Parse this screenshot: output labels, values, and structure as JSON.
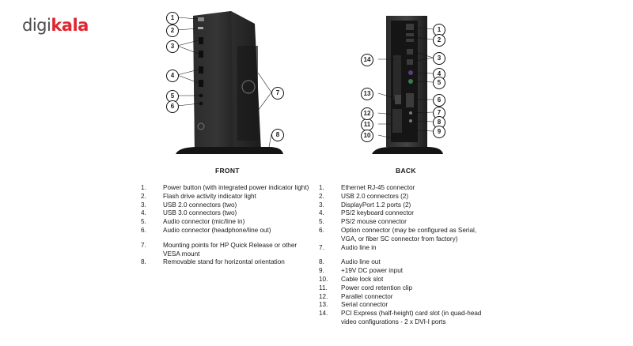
{
  "brand": {
    "part1": "digi",
    "part2": "kala"
  },
  "front": {
    "title": "FRONT",
    "callouts": [
      "1",
      "2",
      "3",
      "4",
      "5",
      "6",
      "7",
      "8"
    ],
    "items": [
      {
        "n": "1.",
        "t": "Power button (with integrated power indicator light)"
      },
      {
        "n": "2.",
        "t": "Flash drive activity indicator light"
      },
      {
        "n": "3.",
        "t": "USB 2.0 connectors (two)"
      },
      {
        "n": "4.",
        "t": "USB 3.0 connectors (two)"
      },
      {
        "n": "5.",
        "t": "Audio connector (mic/line in)"
      },
      {
        "n": "6.",
        "t": "Audio connector (headphone/line out)"
      },
      {
        "n": "7.",
        "t": "Mounting points for HP Quick Release or other VESA mount"
      },
      {
        "n": "8.",
        "t": "Removable stand for horizontal orientation"
      }
    ]
  },
  "back": {
    "title": "BACK",
    "callouts": [
      "1",
      "2",
      "3",
      "4",
      "5",
      "6",
      "7",
      "8",
      "9",
      "10",
      "11",
      "12",
      "13",
      "14"
    ],
    "items": [
      {
        "n": "1.",
        "t": "Ethernet RJ-45 connector"
      },
      {
        "n": "2.",
        "t": "USB 2.0 connectors (2)"
      },
      {
        "n": "3.",
        "t": "DisplayPort 1.2 ports (2)"
      },
      {
        "n": "4.",
        "t": "PS/2 keyboard connector"
      },
      {
        "n": "5.",
        "t": "PS/2 mouse connector"
      },
      {
        "n": "6.",
        "t": "Option connector (may be configured as Serial, VGA, or fiber SC connector from factory)"
      },
      {
        "n": "7.",
        "t": "Audio line in"
      },
      {
        "n": "8.",
        "t": "Audio line out"
      },
      {
        "n": "9.",
        "t": "+19V DC power input"
      },
      {
        "n": "10.",
        "t": "Cable lock slot"
      },
      {
        "n": "11.",
        "t": "Power cord retention clip"
      },
      {
        "n": "12.",
        "t": "Parallel connector"
      },
      {
        "n": "13.",
        "t": "Serial connector"
      },
      {
        "n": "14.",
        "t": "PCI Express (half-height) card slot (in quad-head video configurations - 2 x DVI-I ports"
      }
    ]
  }
}
